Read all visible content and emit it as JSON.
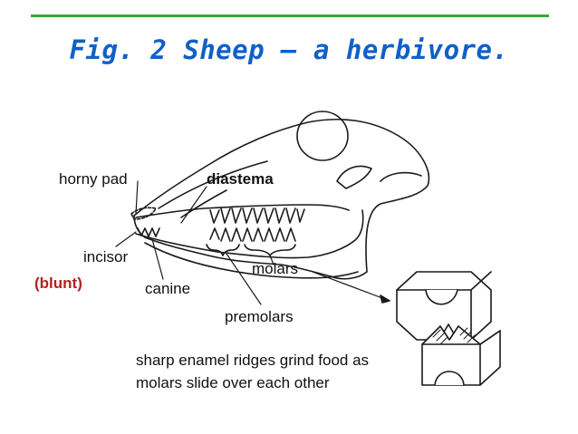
{
  "slide": {
    "title": "Fig. 2 Sheep – a herbivore.",
    "accent_line_color": "#3aa63a",
    "title_color": "#1060c8"
  },
  "labels": {
    "horny_pad": "horny pad",
    "diastema": "diastema",
    "incisor": "incisor",
    "canine": "canine",
    "molars": "molars",
    "premolars": "premolars",
    "caption_line1": "sharp enamel ridges grind food as",
    "caption_line2": "molars slide over each other"
  },
  "annotation": {
    "blunt": "(blunt)",
    "color": "#b22222"
  }
}
